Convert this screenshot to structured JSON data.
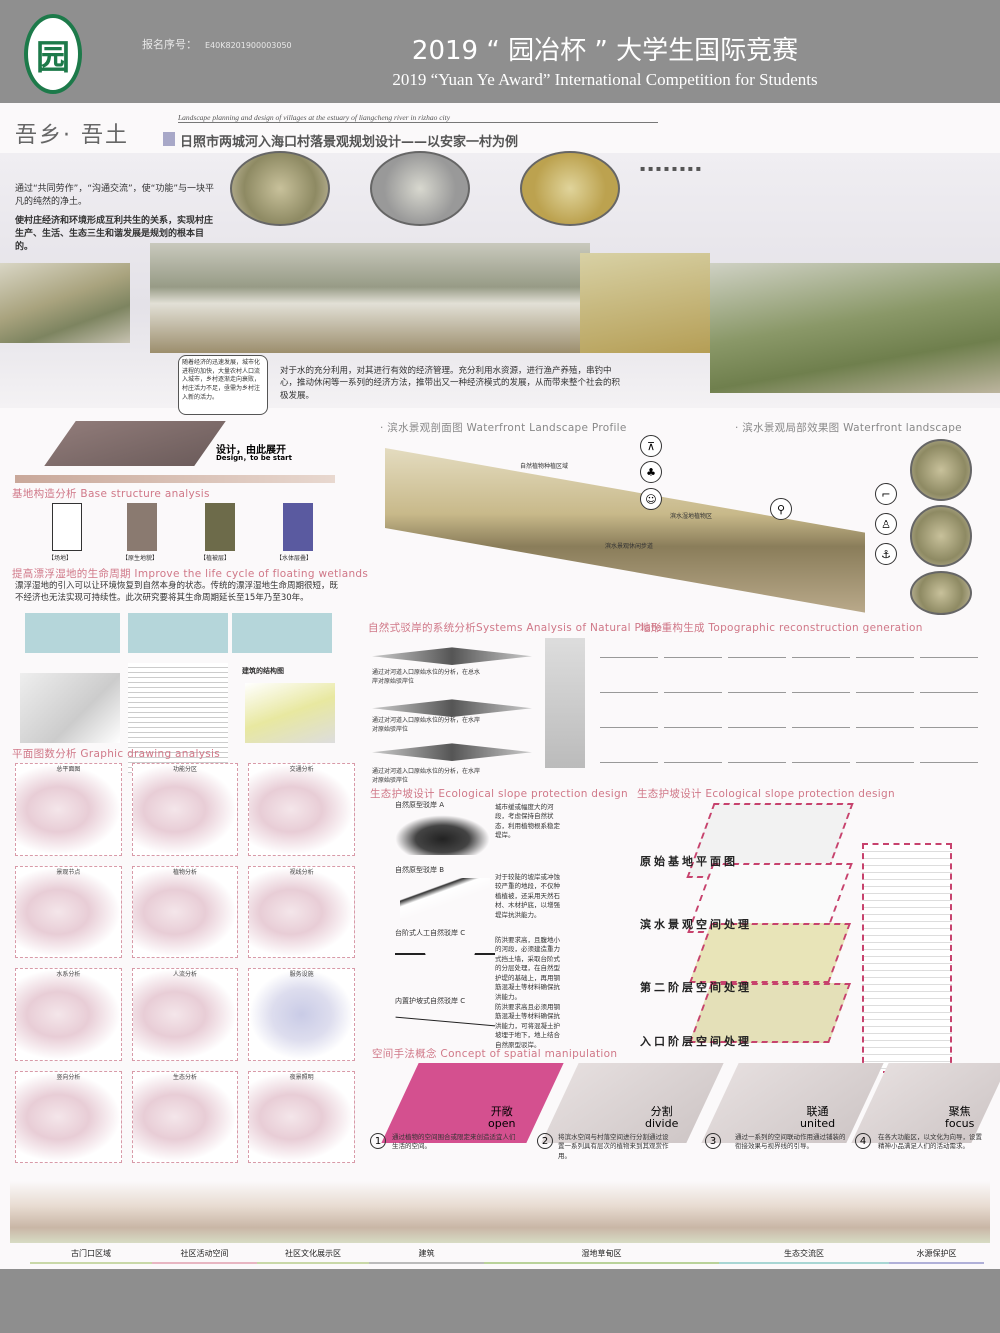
{
  "header": {
    "logo_text": "园",
    "reg_label": "报名序号：",
    "reg_number": "E40K8201900003050",
    "title_cn": "2019 “ 园冶杯 ” 大学生国际竞赛",
    "title_en": "2019 “Yuan Ye Award” International Competition for  Students"
  },
  "project": {
    "title_cn": "吾乡· 吾土",
    "subtitle_en": "Landscape planning and design of villages at the estuary of liangcheng river in rizhao city",
    "subtitle_cn": "日照市两城河入海口村落景观规划设计——以安家一村为例"
  },
  "intro": {
    "p1": "通过“共同劳作”，“沟通交流”，使“功能”与一块平凡的纯然的净土。",
    "p2": "使村庄经济和环境形成互利共生的关系，实现村庄生产、生活、生态三生和谐发展是规划的根本目的。",
    "bubble": "随着经济的迅速发展，城市化进程的加快，大量农村人口流入城市，乡村逐渐走向衰败，村庄活力不足，亟需为乡村注入新的活力。",
    "center": "对于水的充分利用，对其进行有效的经济管理。充分利用水资源，进行渔产养殖，串钓中心，推动休闲等一系列的经济方法，推带出又一种经济模式的发展，从而带来整个社会的积极发展。"
  },
  "design_start": {
    "cn": "设计，由此展开",
    "en": "Design，to be start"
  },
  "base_structure": {
    "title": "基地构造分析  Base structure analysis",
    "labels": [
      "【场地】",
      "【原生地貌】",
      "【植被层】",
      "【水体层叠】"
    ]
  },
  "wetlands": {
    "title": "提高漂浮湿地的生命周期  Improve the life cycle of floating wetlands",
    "text": "漂浮湿地的引入可以让环境恢复到自然本身的状态。传统的漂浮湿地生命周期很短，既不经济也无法实现可持续性。此次研究要将其生命周期延长至15年乃至30年。",
    "structure_title": "建筑的结构图"
  },
  "graphic": {
    "title": "平面图数分析  Graphic drawing analysis",
    "maps": [
      "总平面图",
      "功能分区",
      "交通分析",
      "景观节点",
      "植物分析",
      "视线分析",
      "水系分析",
      "人流分析",
      "服务设施",
      "竖向分析",
      "生态分析",
      "夜景照明"
    ]
  },
  "waterfront": {
    "profile_title": "· 滨水景观剖面图  Waterfront Landscape Profile",
    "landscape_title": "· 滨水景观局部效果图  Waterfront landscape",
    "note1": "自然植物种植区域",
    "note2": "滨水景观休闲步道",
    "note3": "滨水湿地植物区"
  },
  "natural": {
    "title": "自然式驳岸的系统分析Systems Analysis of Natural Plate",
    "topo_title": "地形重构生成  Topographic reconstruction generation",
    "notes": [
      "通过对河道入口原始水位的分析，在总水岸对原始驳岸位",
      "通过对河道入口原始水位的分析，在水岸对原始驳岸位",
      "通过对河道入口原始水位的分析，在水岸对原始驳岸位"
    ]
  },
  "slope_left": {
    "title": "生态护坡设计  Ecological slope protection design",
    "items": [
      {
        "name": "自然原型驳岸 A",
        "text": "城市缓或幅度大的河段，考虑保持自然状态，利用植物根系稳定堤岸。"
      },
      {
        "name": "自然原型驳岸 B",
        "text": "对于较陡的坡岸或冲蚀较严重的地段，不仅种植植被，还采用天然石材、木材护底，以增强堤岸抗洪能力。"
      },
      {
        "name": "台阶式人工自然驳岸 C",
        "text": "防洪要求高，且腹地小的河段，必须建造重力式挡土墙，采取台阶式的分层处理，在自然型护堤的基础上，再用钢筋混凝土等材料确保抗洪能力。"
      },
      {
        "name": "内置护坡式自然驳岸 C",
        "text": "防洪要求高且必须用钢筋混凝土等材料确保抗洪能力，可将混凝土护坡埋于地下，地上结合自然原型驳岸。"
      }
    ]
  },
  "slope_right": {
    "title": "生态护坡设计  Ecological slope protection design",
    "layers": [
      "原始基地平面图",
      "滨水景观空间处理",
      "第二阶层空间处理",
      "入口阶层空间处理"
    ]
  },
  "concept": {
    "title": "空间手法概念  Concept of spatial manipulation",
    "steps": [
      {
        "num": "1",
        "cn": "开敞",
        "en": "open",
        "text": "通过植物的空间围合或限定来创造适宜人们生活的空间。"
      },
      {
        "num": "2",
        "cn": "分割",
        "en": "divide",
        "text": "将滨水空间与村落空间进行分割通过设置一系列具有层次的植物来到其观赏作用。"
      },
      {
        "num": "3",
        "cn": "联通",
        "en": "united",
        "text": "通过一系列的空间联动作用通过铺装的衔接效果与视界线的引导。"
      },
      {
        "num": "4",
        "cn": "聚焦",
        "en": "focus",
        "text": "在各大功能区，以文化为向导，设置精神小品满足人们的活动需求。"
      }
    ]
  },
  "section": {
    "labels": [
      "古门口区域",
      "社区活动空间",
      "社区文化展示区",
      "建筑",
      "湿地草甸区",
      "生态交流区",
      "水源保护区"
    ]
  },
  "colors": {
    "accent": "#d07888",
    "logo": "#1d7a4a",
    "magenta": "#c7426d",
    "header": "#8f8f8f"
  }
}
